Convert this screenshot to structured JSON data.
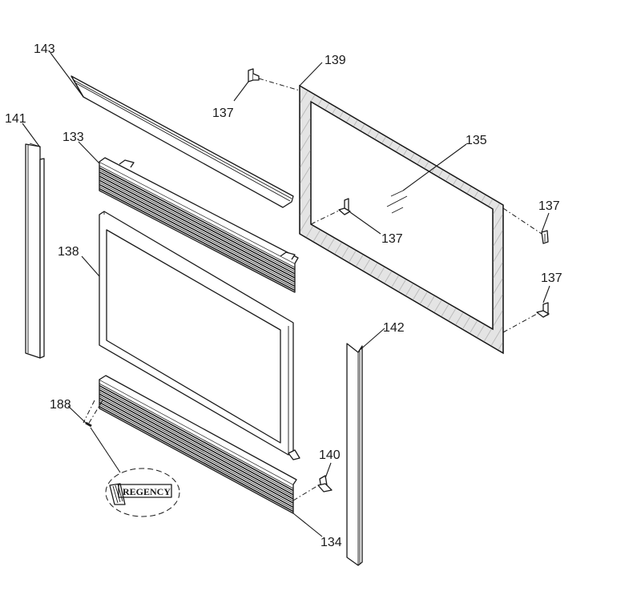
{
  "diagram": {
    "type": "exploded-parts-view",
    "parts": [
      {
        "id": "143",
        "label": "143",
        "description": "top trim channel"
      },
      {
        "id": "141",
        "label": "141",
        "description": "left side trim"
      },
      {
        "id": "133",
        "label": "133",
        "description": "upper louver"
      },
      {
        "id": "138",
        "label": "138",
        "description": "front frame"
      },
      {
        "id": "139",
        "label": "139",
        "description": "glass gasket frame"
      },
      {
        "id": "135",
        "label": "135",
        "description": "glass panel"
      },
      {
        "id": "137",
        "label": "137",
        "description": "glass clip"
      },
      {
        "id": "142",
        "label": "142",
        "description": "right side trim"
      },
      {
        "id": "188",
        "label": "188",
        "description": "logo badge"
      },
      {
        "id": "140",
        "label": "140",
        "description": "bracket"
      },
      {
        "id": "134",
        "label": "134",
        "description": "lower louver"
      }
    ],
    "callouts": {
      "c143": "143",
      "c141": "141",
      "c133": "133",
      "c138": "138",
      "c139": "139",
      "c135": "135",
      "c137a": "137",
      "c137b": "137",
      "c137c": "137",
      "c137d": "137",
      "c142": "142",
      "c188": "188",
      "c140": "140",
      "c134": "134"
    },
    "logo_text": "REGENCY"
  }
}
